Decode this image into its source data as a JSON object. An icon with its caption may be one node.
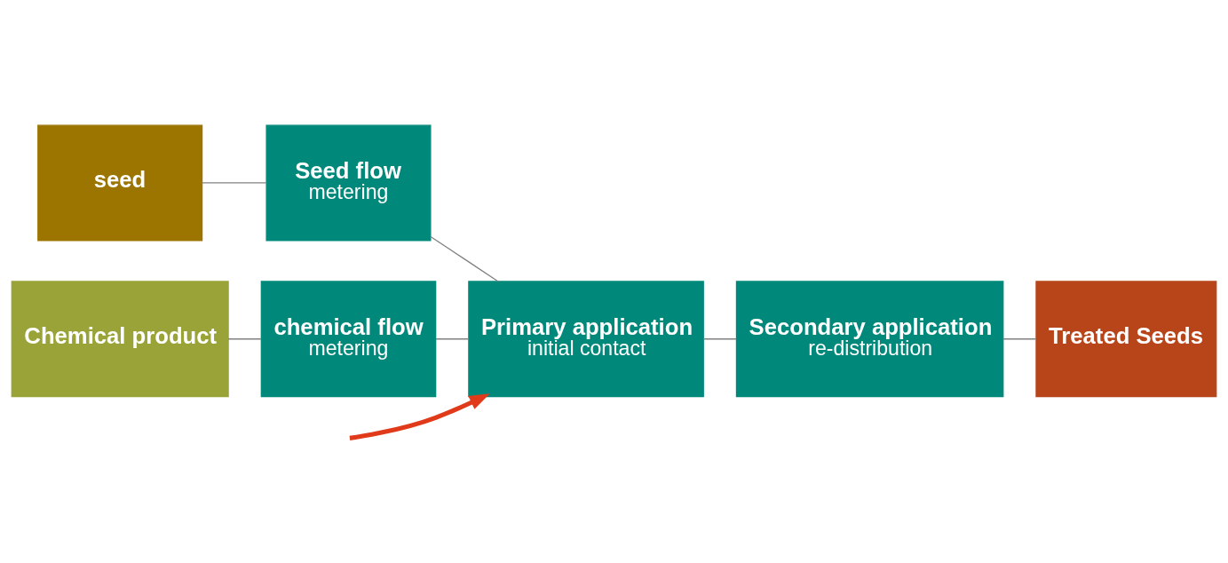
{
  "diagram": {
    "nodes": [
      {
        "text": [
          "seed"
        ]
      },
      {
        "text": [
          "Seed flow",
          "metering"
        ]
      },
      {
        "text": [
          "Chemical product"
        ]
      },
      {
        "text": [
          "chemical flow",
          "metering"
        ]
      },
      {
        "text": [
          "Primary application",
          "initial contact"
        ]
      },
      {
        "text": [
          "Secondary application",
          "re-distribution"
        ]
      },
      {
        "text": [
          "Treated Seeds"
        ]
      }
    ],
    "edges": [
      {
        "from": 0,
        "to": 1,
        "arrow": "none"
      },
      {
        "from": 2,
        "to": 3,
        "arrow": "none"
      },
      {
        "from": 1,
        "to": 4,
        "arrow": "none"
      },
      {
        "from": 3,
        "to": 4,
        "arrow": "none"
      },
      {
        "from": 4,
        "to": 5,
        "arrow": "none"
      },
      {
        "from": 5,
        "to": 6,
        "arrow": "none"
      },
      {
        "from": null,
        "to": 4,
        "arrow": "to",
        "style": "thick",
        "color": "#e03a1a"
      }
    ]
  }
}
